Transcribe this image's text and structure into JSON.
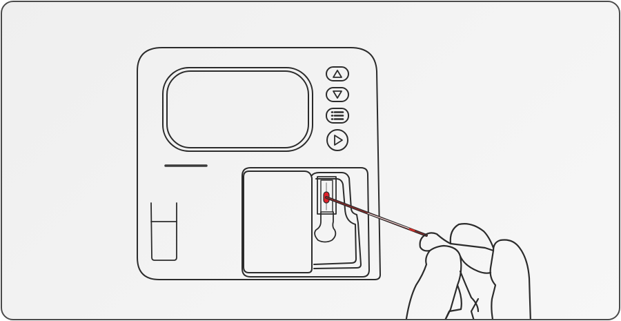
{
  "illustration": {
    "title": "Sample insertion into analyzer",
    "description": "Line-art of a handheld analyzer device with a display, four control buttons, and a test strip slot; a hand inserts a capillary tube containing a red blood sample into the slot.",
    "colors": {
      "line": "#2b2b2b",
      "frame_border": "#4a4a4a",
      "background": "#f2f2f2",
      "sample_red": "#e0202a",
      "tube_red": "#8a2b2b"
    },
    "device": {
      "display": "blank-screen",
      "buttons": [
        {
          "name": "up",
          "icon": "triangle-up-icon"
        },
        {
          "name": "down",
          "icon": "triangle-down-icon"
        },
        {
          "name": "menu",
          "icon": "menu-list-icon"
        },
        {
          "name": "play",
          "icon": "play-icon"
        }
      ],
      "slot": "test-strip-slot",
      "cover": "sample-cover"
    }
  }
}
